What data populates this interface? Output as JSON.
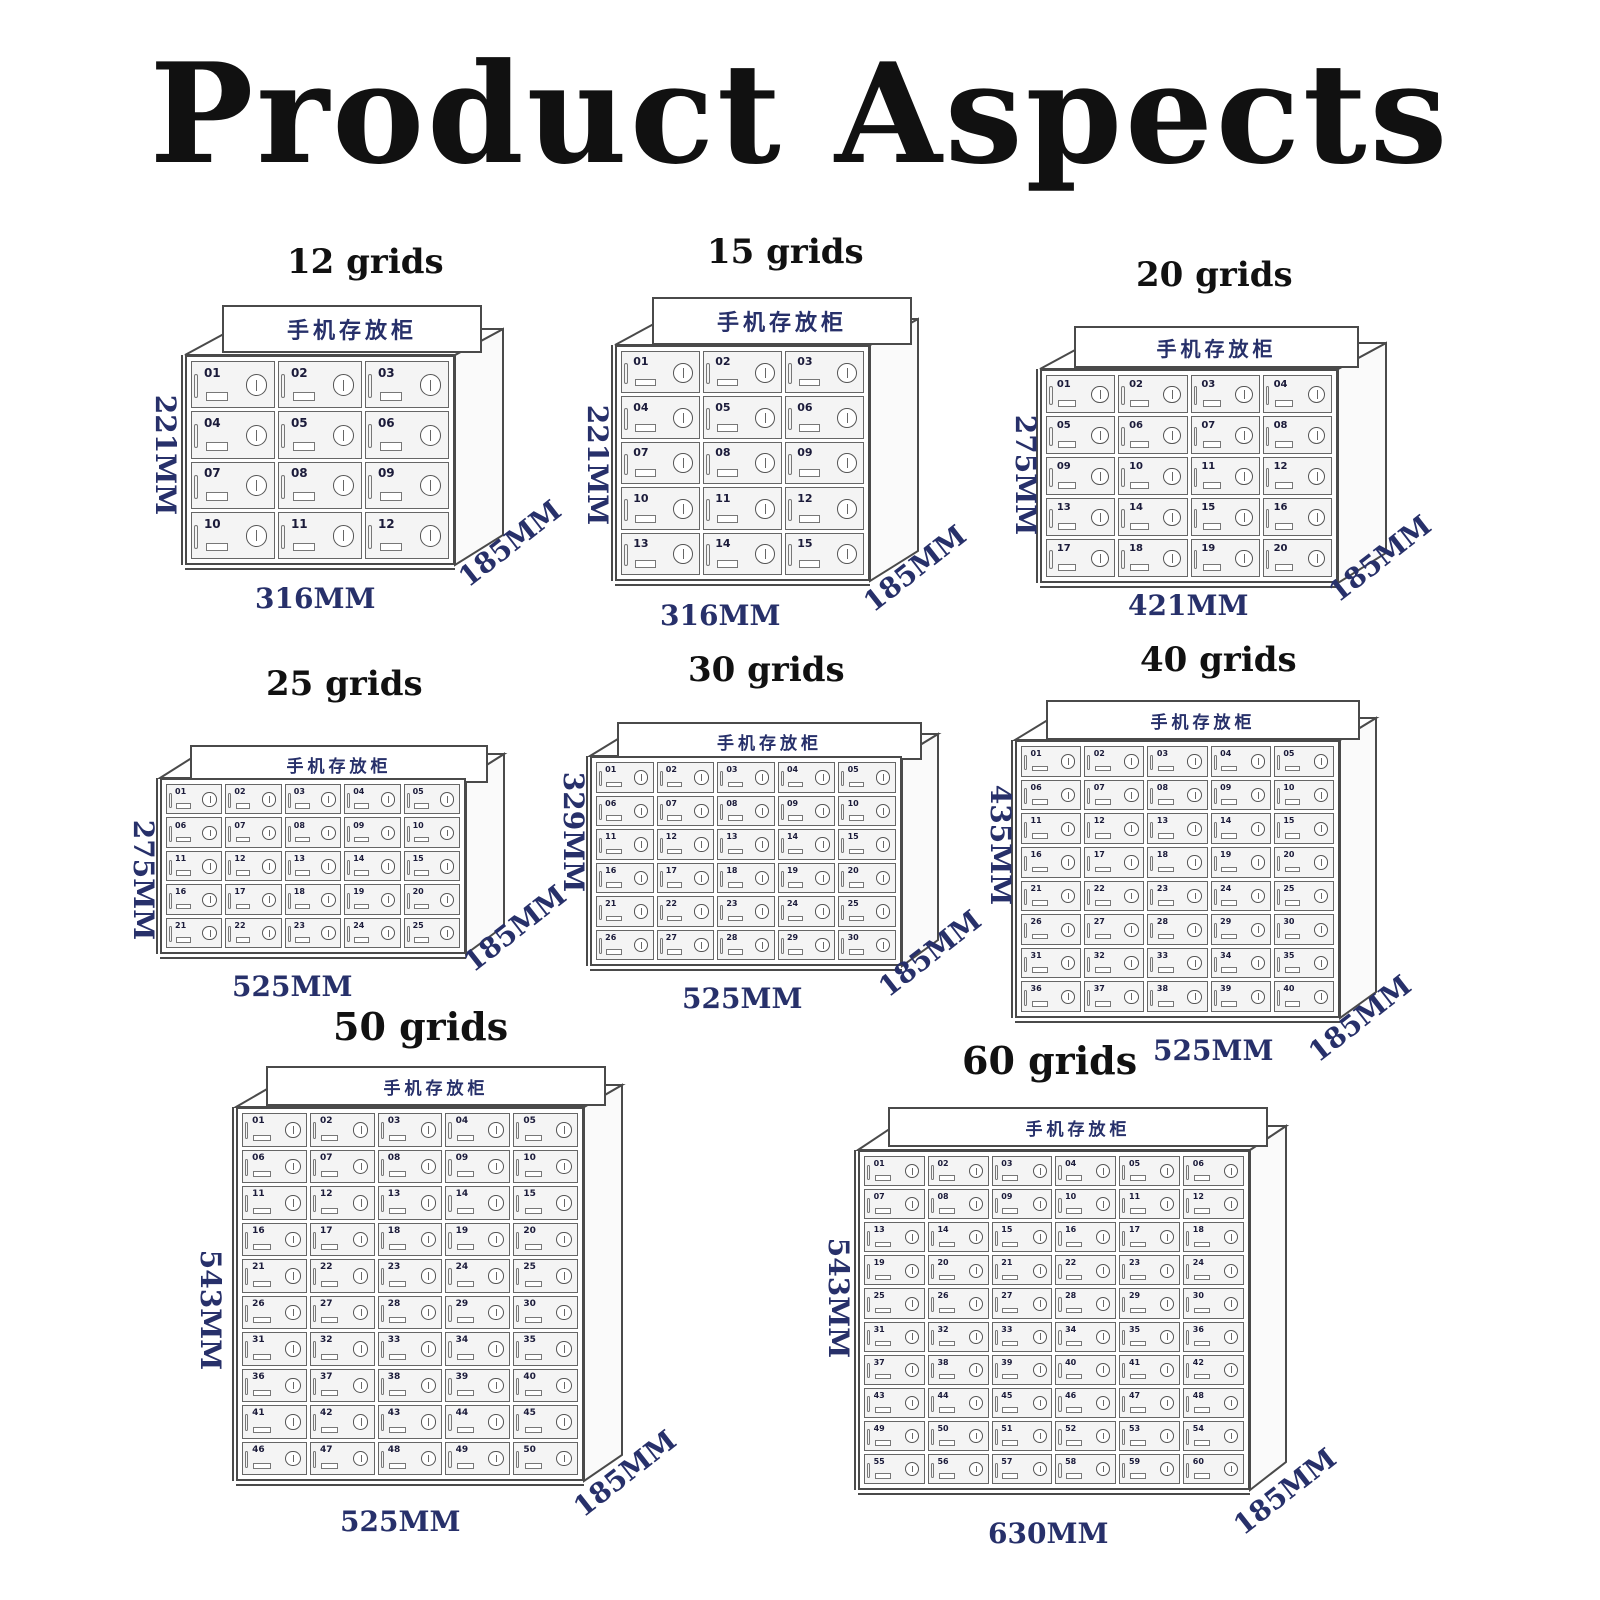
{
  "title": "Product Aspects",
  "panel_text": "手机存放柜",
  "colors": {
    "dimension_text": "#27306a",
    "panel_text": "#27306a",
    "outline": "#4a4a4a"
  },
  "icons": [
    "lock-icon",
    "slot-icon",
    "hinge-icon"
  ],
  "cabinets": [
    {
      "title": "12 grids",
      "rows": 4,
      "cols": 3,
      "width": "316MM",
      "height": "221MM",
      "depth": "185MM"
    },
    {
      "title": "15 grids",
      "rows": 5,
      "cols": 3,
      "width": "316MM",
      "height": "221MM",
      "depth": "185MM"
    },
    {
      "title": "20 grids",
      "rows": 5,
      "cols": 4,
      "width": "421MM",
      "height": "275MM",
      "depth": "185MM"
    },
    {
      "title": "25 grids",
      "rows": 5,
      "cols": 5,
      "width": "525MM",
      "height": "275MM",
      "depth": "185MM"
    },
    {
      "title": "30 grids",
      "rows": 6,
      "cols": 5,
      "width": "525MM",
      "height": "329MM",
      "depth": "185MM"
    },
    {
      "title": "40 grids",
      "rows": 8,
      "cols": 5,
      "width": "525MM",
      "height": "435MM",
      "depth": "185MM"
    },
    {
      "title": "50 grids",
      "rows": 10,
      "cols": 5,
      "width": "525MM",
      "height": "543MM",
      "depth": "185MM"
    },
    {
      "title": "60 grids",
      "rows": 10,
      "cols": 6,
      "width": "630MM",
      "height": "543MM",
      "depth": "185MM"
    }
  ]
}
